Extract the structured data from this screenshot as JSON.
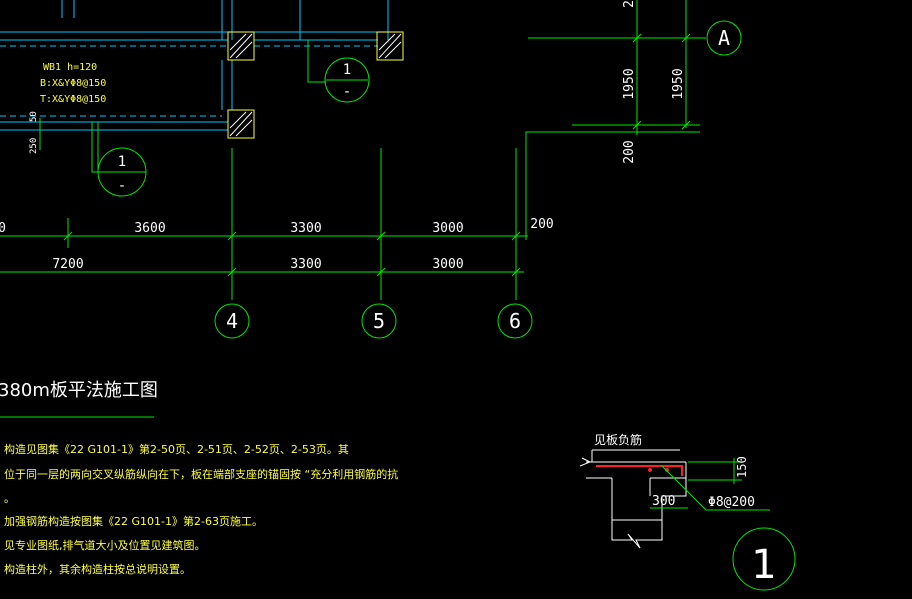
{
  "dimensions": {
    "row1": [
      "0",
      "3600",
      "3300",
      "3000"
    ],
    "row2": [
      "7200",
      "3300",
      "3000"
    ],
    "right_edge": "200",
    "vertical_1": "1950",
    "vertical_2": "1950",
    "vertical_3": "200",
    "top_partial": "2",
    "slab_side": "250",
    "slab_side_2": "50"
  },
  "axes": {
    "col_4": "4",
    "col_5": "5",
    "col_6": "6",
    "row_a": "A"
  },
  "section_markers": {
    "upper": {
      "num": "1",
      "sub": "-"
    },
    "left": {
      "num": "1",
      "sub": "-"
    },
    "detail": "1"
  },
  "slab_annotation": {
    "name": "WB1 h=120",
    "bottom": "B:X&YΦ8@150",
    "top": "T:X&YΦ8@150"
  },
  "title": "380m板平法施工图",
  "notes": [
    "构造见图集《22 G101-1》第2-50页、2-51页、2-52页、2-53页。其",
    "位于同一层的两向交叉纵筋纵向在下，板在端部支座的锚固按 “充分利用钢筋的抗",
    "。",
    "加强钢筋构造按图集《22 G101-1》第2-63页施工。",
    "见专业图纸,排气道大小及位置见建筑图。",
    "构造柱外，其余构造柱按总说明设置。"
  ],
  "detail": {
    "label": "见板负筋",
    "dim_150": "150",
    "dim_300": "300",
    "rebar": "Φ8@200"
  }
}
